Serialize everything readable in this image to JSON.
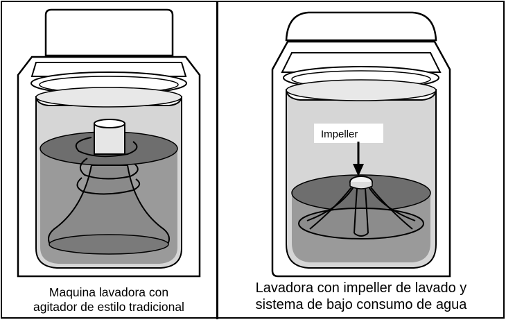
{
  "left_panel": {
    "caption_line1": "Maquina lavadora con",
    "caption_line2": "agitador de estilo tradicional"
  },
  "right_panel": {
    "callout_label": "Impeller",
    "caption_line1": "Lavadora con impeller de lavado y",
    "caption_line2": "sistema de bajo consumo de agua"
  },
  "colors": {
    "line": "#000000",
    "water": "#7a7a7a",
    "drum": "#c9c9c9",
    "body": "#ffffff"
  }
}
